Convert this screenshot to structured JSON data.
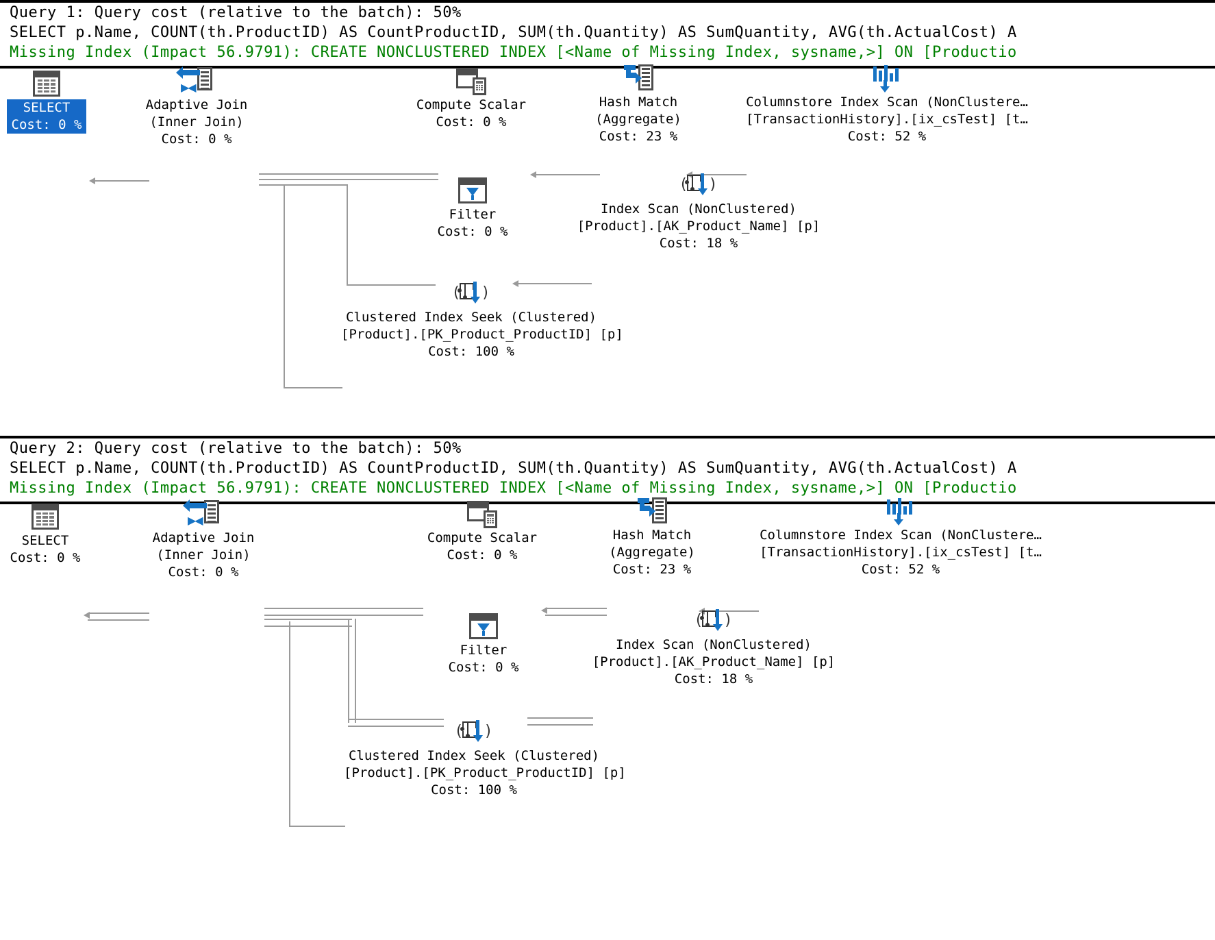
{
  "app": {
    "title": "SQL Server Execution Plan",
    "connector_color": "#9a9a9a",
    "accent_blue": "#1673c4",
    "selection_blue": "#1669c7",
    "missing_index_green": "#008000"
  },
  "panes": [
    {
      "id": "pane-1",
      "header": {
        "query_cost_line": "Query 1: Query cost (relative to the batch): 50%",
        "sql_line": "SELECT p.Name, COUNT(th.ProductID) AS CountProductID, SUM(th.Quantity) AS SumQuantity, AVG(th.ActualCost) A",
        "missing_index_line": "Missing Index (Impact 56.9791): CREATE NONCLUSTERED INDEX [<Name of Missing Index, sysname,>] ON [Productio"
      },
      "nodes": [
        {
          "name": "select",
          "icon": "grid-icon",
          "selected": true,
          "lines": [
            "SELECT",
            "Cost: 0 %"
          ]
        },
        {
          "name": "adaptive-join",
          "icon": "adaptive-join-icon",
          "selected": false,
          "lines": [
            "Adaptive Join",
            "(Inner Join)",
            "Cost: 0 %"
          ]
        },
        {
          "name": "compute-scalar",
          "icon": "compute-scalar-icon",
          "selected": false,
          "lines": [
            "Compute Scalar",
            "Cost: 0 %"
          ]
        },
        {
          "name": "hash-match",
          "icon": "hash-match-icon",
          "selected": false,
          "lines": [
            "Hash Match",
            "(Aggregate)",
            "Cost: 23 %"
          ]
        },
        {
          "name": "columnstore-index-scan",
          "icon": "columnstore-index-scan-icon",
          "selected": false,
          "lines": [
            "Columnstore Index Scan (NonClustere…",
            "[TransactionHistory].[ix_csTest] [t…",
            "Cost: 52 %"
          ]
        },
        {
          "name": "filter",
          "icon": "filter-icon",
          "selected": false,
          "lines": [
            "Filter",
            "Cost: 0 %"
          ]
        },
        {
          "name": "index-scan",
          "icon": "index-scan-icon",
          "selected": false,
          "lines": [
            "Index Scan (NonClustered)",
            "[Product].[AK_Product_Name] [p]",
            "Cost: 18 %"
          ]
        },
        {
          "name": "clustered-index-seek",
          "icon": "clustered-index-seek-icon",
          "selected": false,
          "lines": [
            "Clustered Index Seek (Clustered)",
            "[Product].[PK_Product_ProductID] [p]",
            "Cost: 100 %"
          ]
        }
      ]
    },
    {
      "id": "pane-2",
      "header": {
        "query_cost_line": "Query 2: Query cost (relative to the batch): 50%",
        "sql_line": "SELECT p.Name, COUNT(th.ProductID) AS CountProductID, SUM(th.Quantity) AS SumQuantity, AVG(th.ActualCost) A",
        "missing_index_line": "Missing Index (Impact 56.9791): CREATE NONCLUSTERED INDEX [<Name of Missing Index, sysname,>] ON [Productio"
      },
      "nodes": [
        {
          "name": "select",
          "icon": "grid-icon",
          "selected": false,
          "lines": [
            "SELECT",
            "Cost: 0 %"
          ]
        },
        {
          "name": "adaptive-join",
          "icon": "adaptive-join-icon",
          "selected": false,
          "lines": [
            "Adaptive Join",
            "(Inner Join)",
            "Cost: 0 %"
          ]
        },
        {
          "name": "compute-scalar",
          "icon": "compute-scalar-icon",
          "selected": false,
          "lines": [
            "Compute Scalar",
            "Cost: 0 %"
          ]
        },
        {
          "name": "hash-match",
          "icon": "hash-match-icon",
          "selected": false,
          "lines": [
            "Hash Match",
            "(Aggregate)",
            "Cost: 23 %"
          ]
        },
        {
          "name": "columnstore-index-scan",
          "icon": "columnstore-index-scan-icon",
          "selected": false,
          "lines": [
            "Columnstore Index Scan (NonClustere…",
            "[TransactionHistory].[ix_csTest] [t…",
            "Cost: 52 %"
          ]
        },
        {
          "name": "filter",
          "icon": "filter-icon",
          "selected": false,
          "lines": [
            "Filter",
            "Cost: 0 %"
          ]
        },
        {
          "name": "index-scan",
          "icon": "index-scan-icon",
          "selected": false,
          "lines": [
            "Index Scan (NonClustered)",
            "[Product].[AK_Product_Name] [p]",
            "Cost: 18 %"
          ]
        },
        {
          "name": "clustered-index-seek",
          "icon": "clustered-index-seek-icon",
          "selected": false,
          "lines": [
            "Clustered Index Seek (Clustered)",
            "[Product].[PK_Product_ProductID] [p]",
            "Cost: 100 %"
          ]
        }
      ]
    }
  ]
}
